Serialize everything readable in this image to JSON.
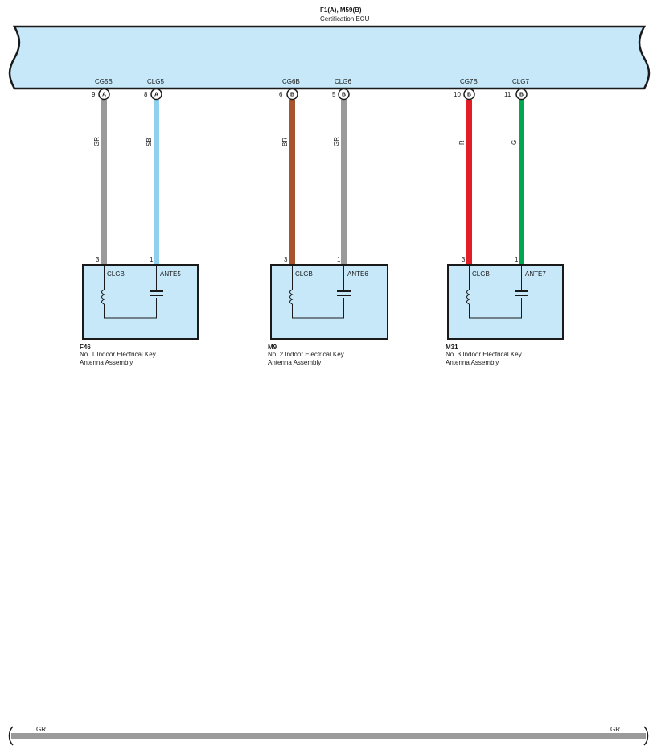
{
  "ecu": {
    "title": "F1(A), M59(B)",
    "subtitle": "Certification ECU",
    "fill": "#c6e8f8"
  },
  "wires": [
    {
      "ecu_pin": "9",
      "ecu_terminal": "CG5B",
      "connector": "A",
      "color_code": "GR",
      "color": "#9a9a9a",
      "dev_pin": "3"
    },
    {
      "ecu_pin": "8",
      "ecu_terminal": "CLG5",
      "connector": "A",
      "color_code": "SB",
      "color": "#8fd0ef",
      "dev_pin": "1"
    },
    {
      "ecu_pin": "6",
      "ecu_terminal": "CG6B",
      "connector": "B",
      "color_code": "BR",
      "color": "#a8542f",
      "dev_pin": "3"
    },
    {
      "ecu_pin": "5",
      "ecu_terminal": "CLG6",
      "connector": "B",
      "color_code": "GR",
      "color": "#9a9a9a",
      "dev_pin": "1"
    },
    {
      "ecu_pin": "10",
      "ecu_terminal": "CG7B",
      "connector": "B",
      "color_code": "R",
      "color": "#e31d25",
      "dev_pin": "3"
    },
    {
      "ecu_pin": "11",
      "ecu_terminal": "CLG7",
      "connector": "B",
      "color_code": "G",
      "color": "#00a650",
      "dev_pin": "1"
    }
  ],
  "devices": [
    {
      "code": "F46",
      "name_line1": "No.  1 Indoor Electrical Key",
      "name_line2": "Antenna Assembly",
      "coil_label": "CLGB",
      "cap_label": "ANTE5"
    },
    {
      "code": "M9",
      "name_line1": "No.  2 Indoor Electrical Key",
      "name_line2": "Antenna Assembly",
      "coil_label": "CLGB",
      "cap_label": "ANTE6"
    },
    {
      "code": "M31",
      "name_line1": "No.  3 Indoor Electrical Key",
      "name_line2": "Antenna Assembly",
      "coil_label": "CLGB",
      "cap_label": "ANTE7"
    }
  ],
  "bottom_wire": {
    "left_label": "GR",
    "right_label": "GR",
    "color": "#9a9a9a"
  }
}
